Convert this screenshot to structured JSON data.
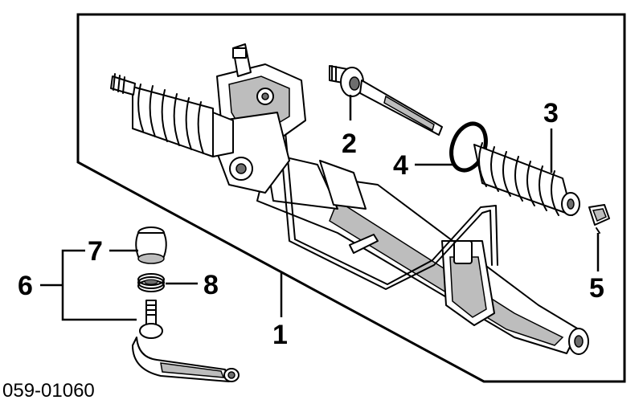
{
  "diagram": {
    "reference_code": "059-01060",
    "callouts": [
      {
        "id": "1",
        "label": "1"
      },
      {
        "id": "2",
        "label": "2"
      },
      {
        "id": "3",
        "label": "3"
      },
      {
        "id": "4",
        "label": "4"
      },
      {
        "id": "5",
        "label": "5"
      },
      {
        "id": "6",
        "label": "6"
      },
      {
        "id": "7",
        "label": "7"
      },
      {
        "id": "8",
        "label": "8"
      }
    ]
  }
}
